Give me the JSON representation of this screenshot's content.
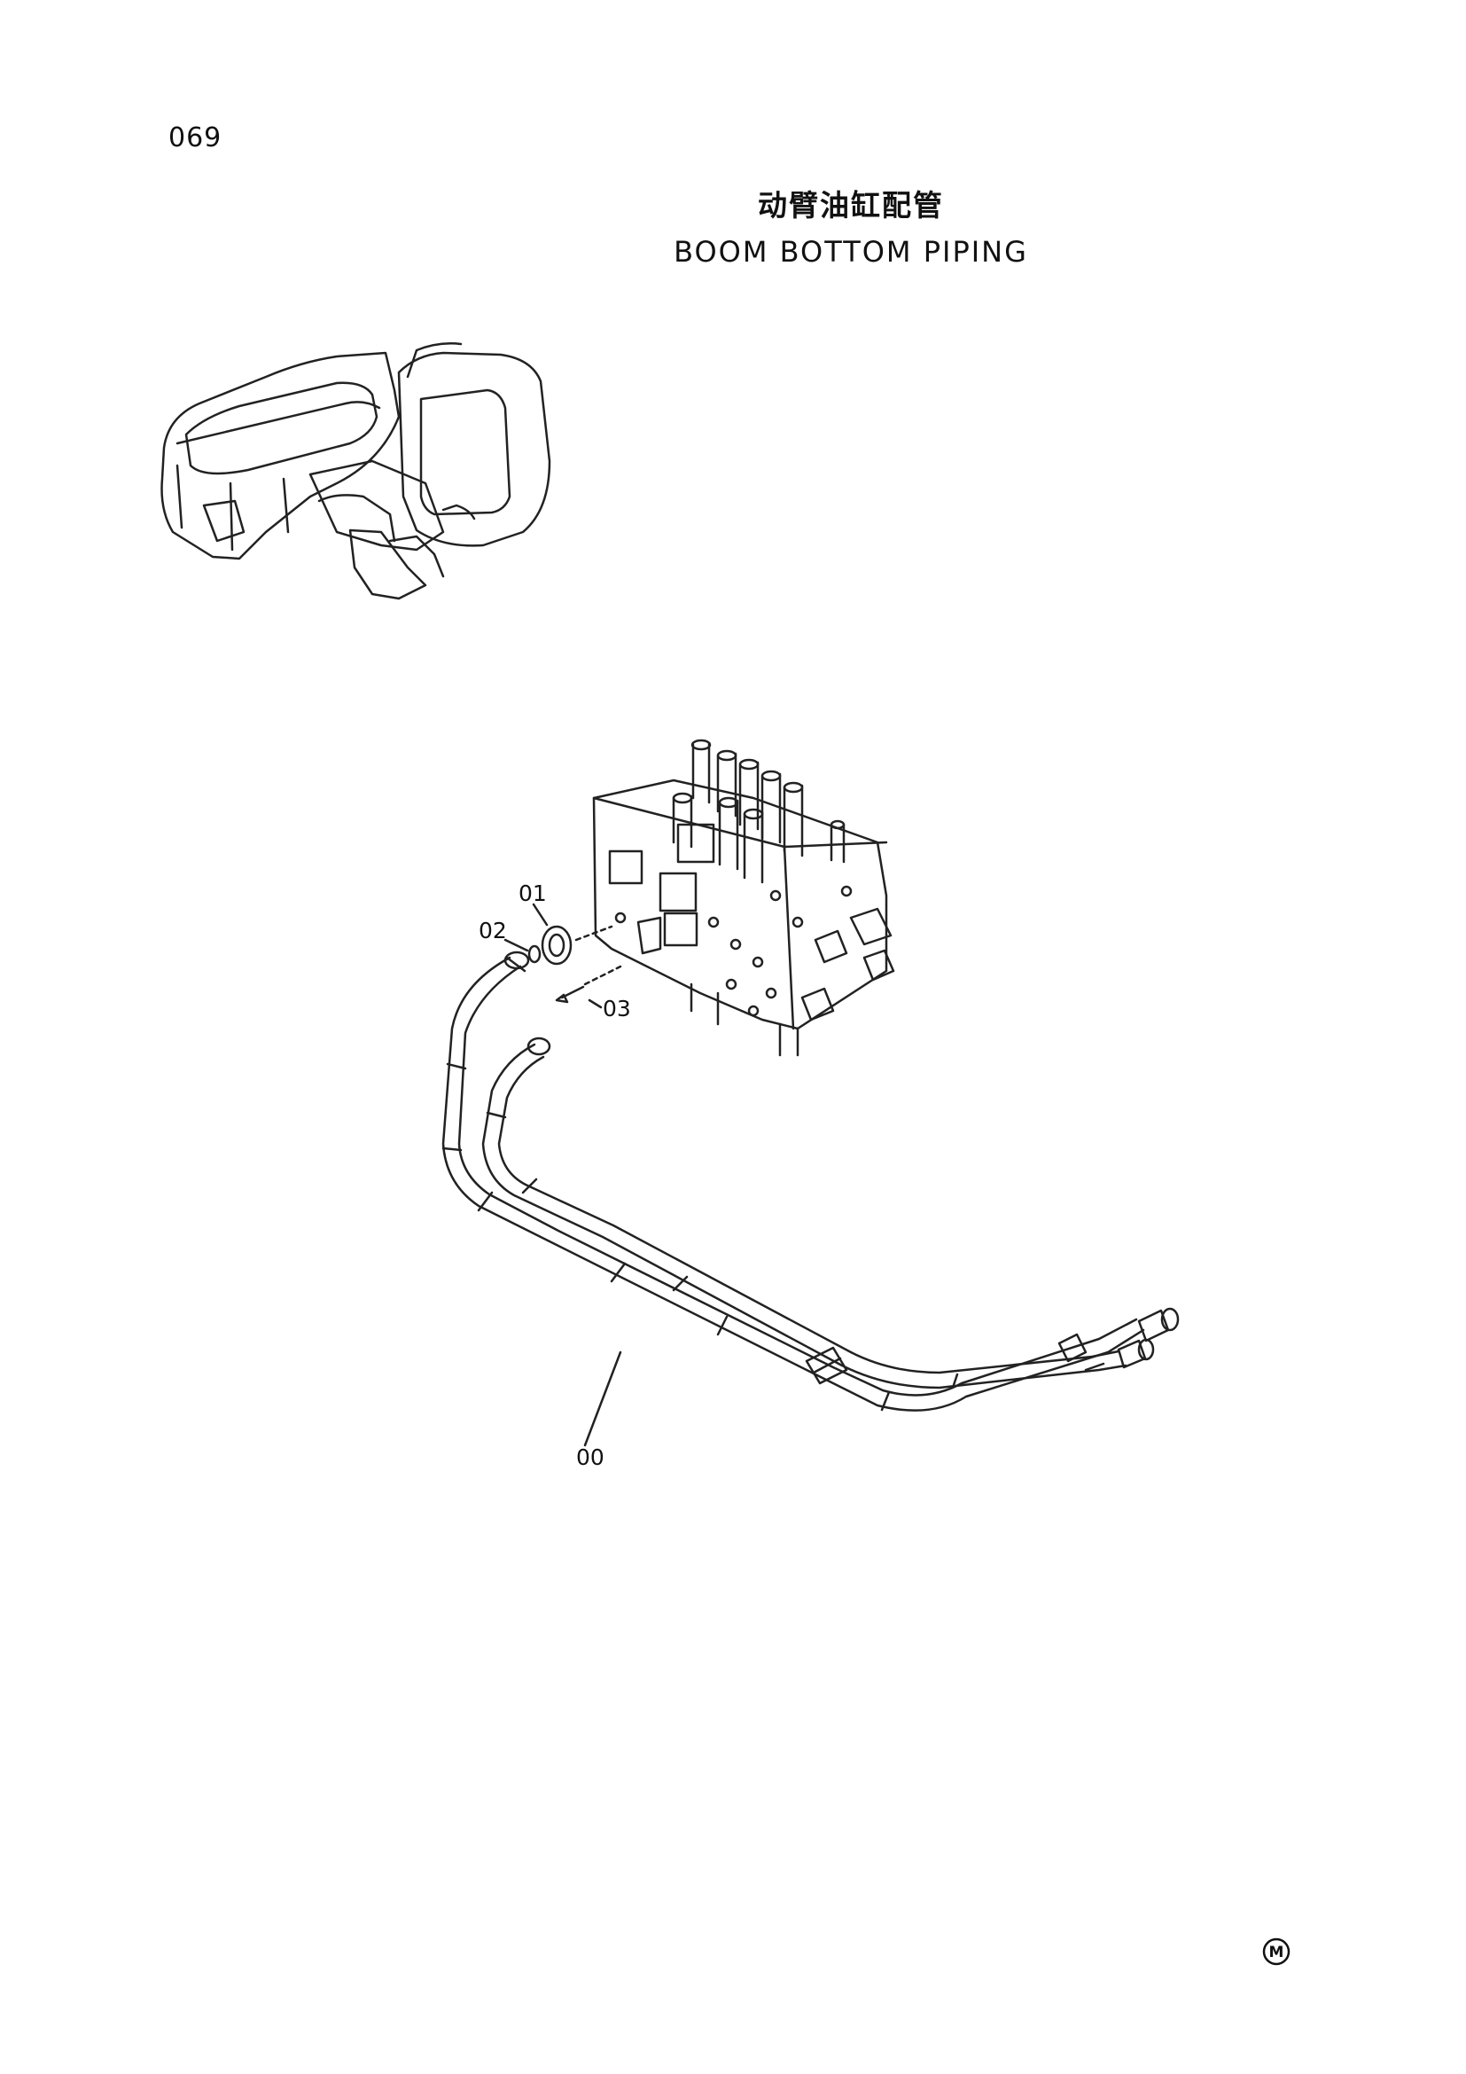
{
  "page": {
    "number": "069"
  },
  "title": {
    "chinese": "动臂油缸配管",
    "english": "BOOM BOTTOM PIPING"
  },
  "callouts": [
    {
      "id": "01",
      "label": "01"
    },
    {
      "id": "02",
      "label": "02"
    },
    {
      "id": "03",
      "label": "03"
    },
    {
      "id": "00",
      "label": "00"
    }
  ],
  "footer": {
    "mark": "M"
  }
}
